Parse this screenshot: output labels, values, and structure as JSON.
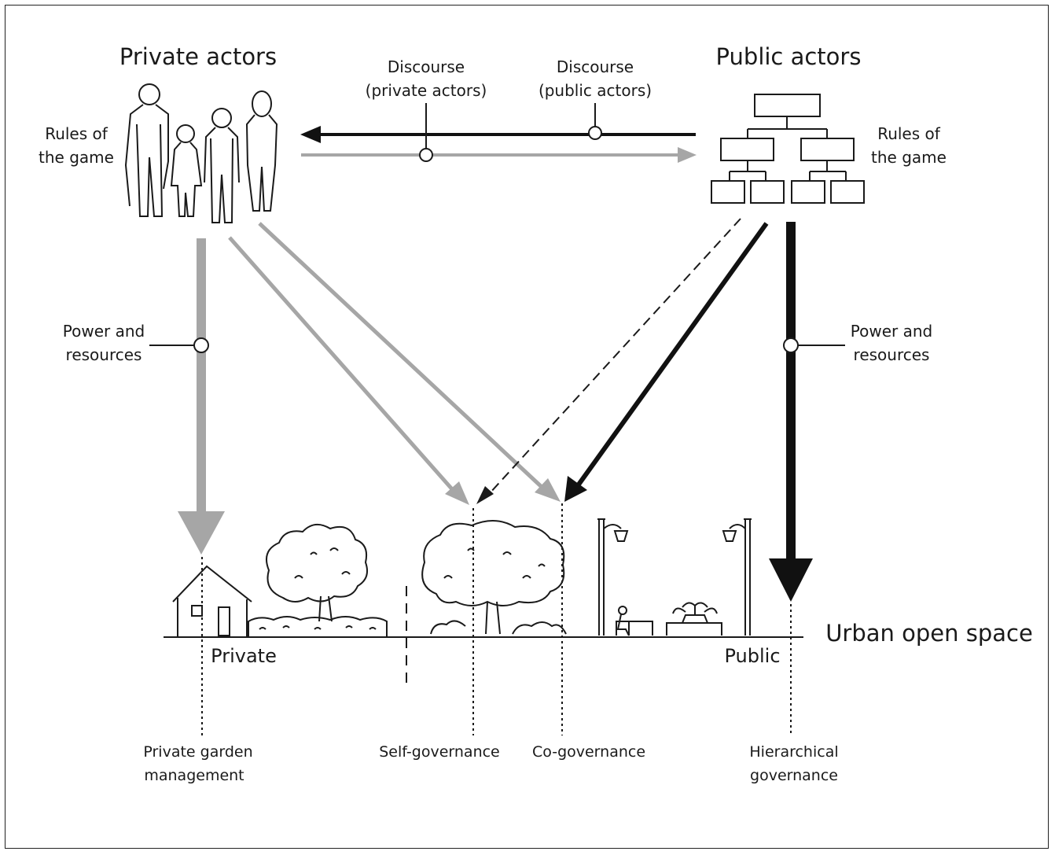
{
  "actors": {
    "private": {
      "title": "Private actors",
      "rules": [
        "Rules of",
        "the game"
      ]
    },
    "public": {
      "title": "Public actors",
      "rules": [
        "Rules of",
        "the game"
      ]
    }
  },
  "discourse": {
    "private": [
      "Discourse",
      "(private actors)"
    ],
    "public": [
      "Discourse",
      "(public actors)"
    ]
  },
  "power": {
    "left": [
      "Power and",
      "resources"
    ],
    "right": [
      "Power and",
      "resources"
    ]
  },
  "landscape": {
    "title": "Urban open space",
    "private_label": "Private",
    "public_label": "Public"
  },
  "modes": {
    "private_garden": [
      "Private garden",
      "management"
    ],
    "self": "Self-governance",
    "co": "Co-governance",
    "hierarchical": [
      "Hierarchical",
      "governance"
    ]
  },
  "colors": {
    "gray_arrow": "#a6a6a6",
    "black_arrow": "#111111",
    "line": "#1a1a1a"
  }
}
